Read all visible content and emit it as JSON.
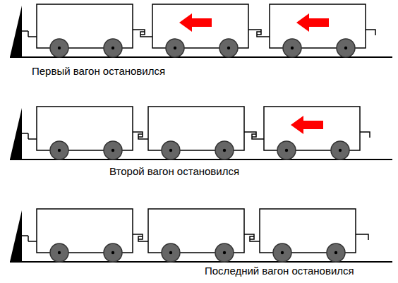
{
  "diagram": {
    "labels": [
      "Первый вагон остановился",
      "Второй вагон остановился",
      "Последний вагон остановился"
    ]
  }
}
